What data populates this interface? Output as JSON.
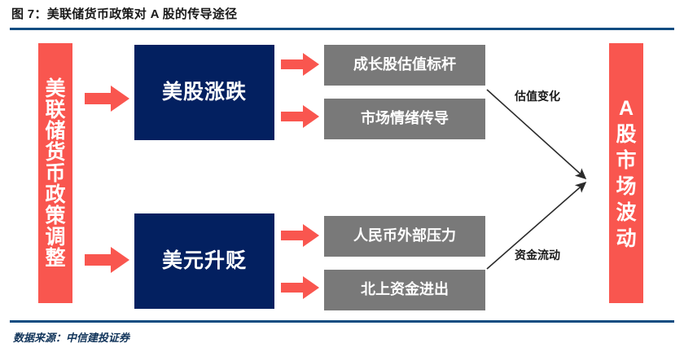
{
  "figure": {
    "title": "图 7：美联储货币政策对 A 股的传导途径",
    "source_note": "数据来源：中信建投证券"
  },
  "colors": {
    "red": "#f9564f",
    "navy": "#032060",
    "gray": "#797979",
    "rule": "#0f4c81",
    "arrow_red": "#f9564f",
    "connector": "#333333",
    "text_light": "#ffffff",
    "text_dark": "#1a1a1a"
  },
  "diagram": {
    "type": "flow",
    "trigger": {
      "label": "美联储货币政策调整",
      "chars": [
        "美",
        "联",
        "储",
        "货",
        "币",
        "政",
        "策",
        "调",
        "整"
      ],
      "color": "#f9564f",
      "orientation": "vertical"
    },
    "channels": [
      {
        "id": "us-equity",
        "label": "美股涨跌",
        "color": "#032060",
        "outcomes": [
          {
            "id": "growth-valuation",
            "label": "成长股估值标杆",
            "color": "#797979"
          },
          {
            "id": "market-sentiment",
            "label": "市场情绪传导",
            "color": "#797979"
          }
        ],
        "transmission_label": "估值变化"
      },
      {
        "id": "usd-move",
        "label": "美元升贬",
        "color": "#032060",
        "outcomes": [
          {
            "id": "rmb-pressure",
            "label": "人民币外部压力",
            "color": "#797979"
          },
          {
            "id": "northbound-flows",
            "label": "北上资金进出",
            "color": "#797979"
          }
        ],
        "transmission_label": "资金流动"
      }
    ],
    "result": {
      "label": "A 股市场波动",
      "chars": [
        "A",
        "股",
        "市",
        "场",
        "波",
        "动"
      ],
      "color": "#f9564f",
      "orientation": "vertical"
    },
    "arrows": {
      "block_arrow_count": 6,
      "diagonal_connector_count": 2
    }
  }
}
